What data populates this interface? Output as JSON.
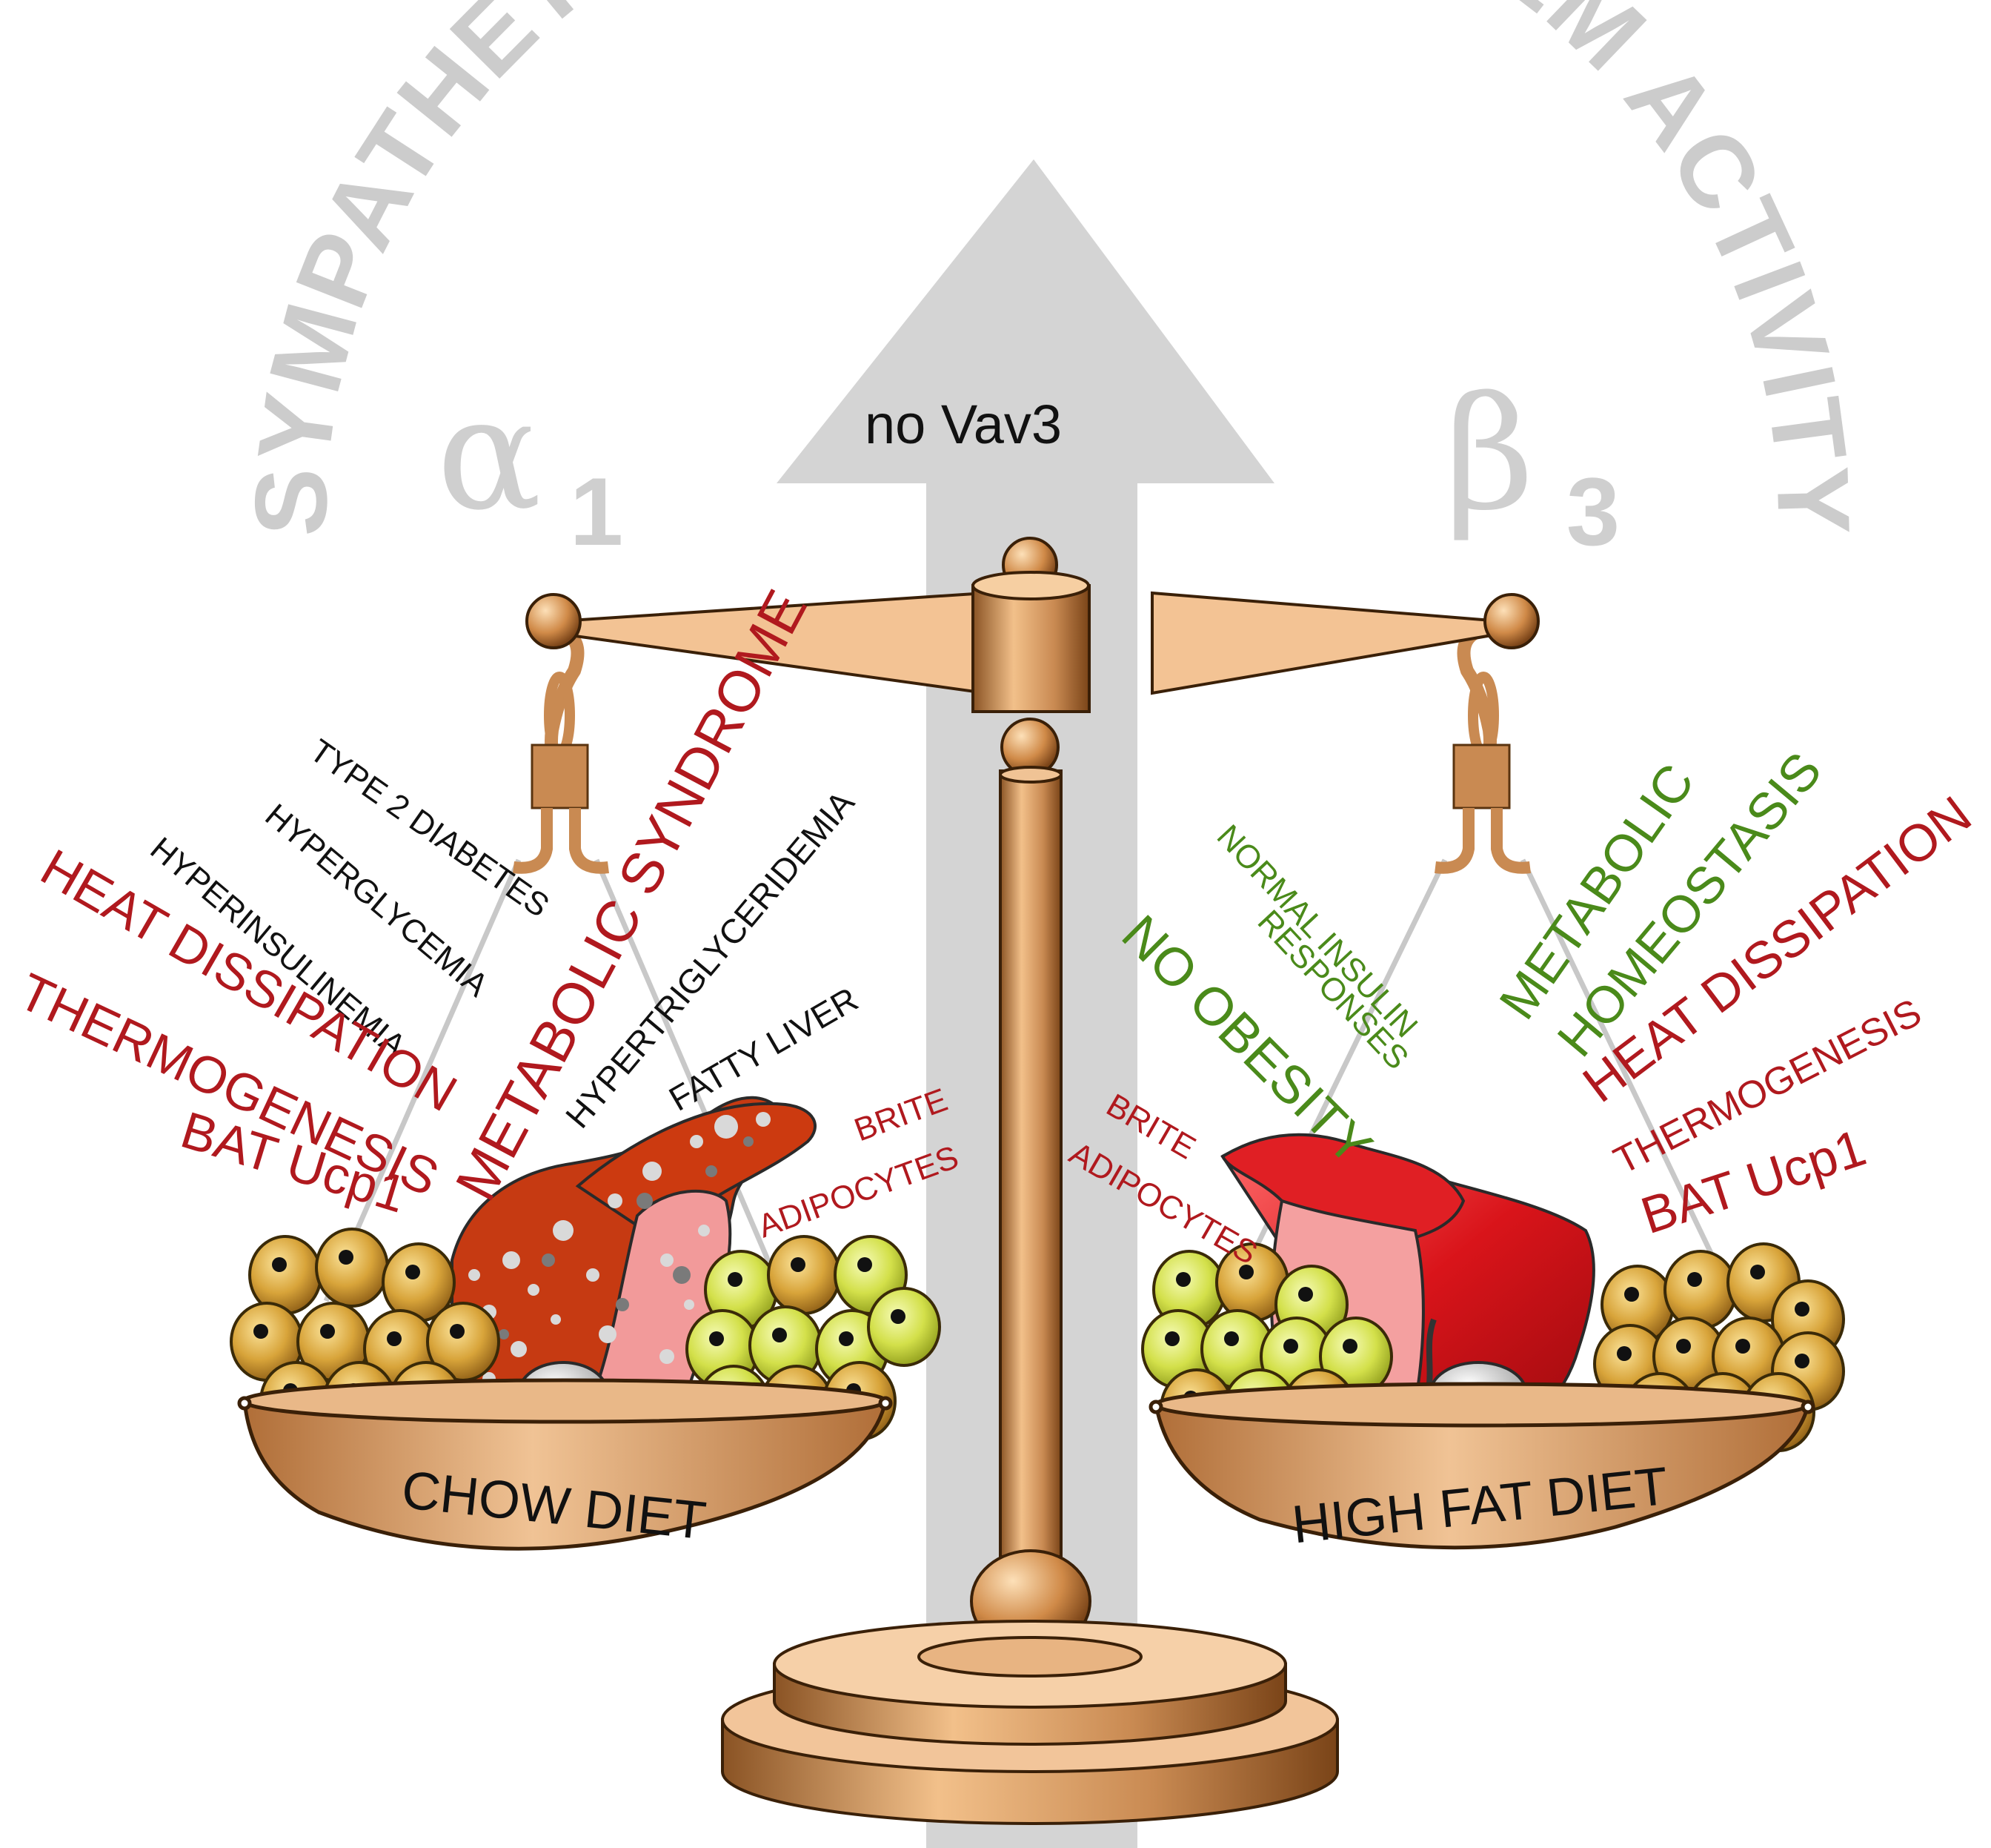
{
  "arc_title": "SYMPATHETIC NERVOUS SYSTEM ACTIVITY",
  "arrow_label": "no Vav3",
  "receptors": {
    "left_letter": "α",
    "left_sub": "1",
    "right_letter": "β",
    "right_sub": "3"
  },
  "left_pan": {
    "label": "CHOW DIET",
    "metabolic": "METABOLIC SYNDROME",
    "conditions": [
      "TYPE 2 DIABETES",
      "HYPERGLYCEMIA",
      "HYPERINSULINEMIA"
    ],
    "lipid": "HYPERTRIGLYCERIDEMIA",
    "liver": "FATTY LIVER",
    "heat": "HEAT DISSIPATION",
    "thermo": "THERMOGENESIS",
    "bat": "BAT Ucp1",
    "brite": [
      "BRITE",
      "ADIPOCYTES"
    ]
  },
  "right_pan": {
    "label": "HIGH FAT DIET",
    "insulin": [
      "NORMAL INSULIN",
      "RESPONSES"
    ],
    "obesity": "NO OBESITY",
    "homeostasis": [
      "METABOLIC",
      "HOMEOSTASIS"
    ],
    "heat": "HEAT DISSIPATION",
    "thermo": "THERMOGENESIS",
    "bat": "BAT Ucp1",
    "brite": [
      "BRITE",
      "ADIPOCYTES"
    ]
  },
  "colors": {
    "red": "#b0191e",
    "green": "#4a8a1a",
    "gray": "#c8c8c8",
    "bronze": "#c98a52"
  }
}
